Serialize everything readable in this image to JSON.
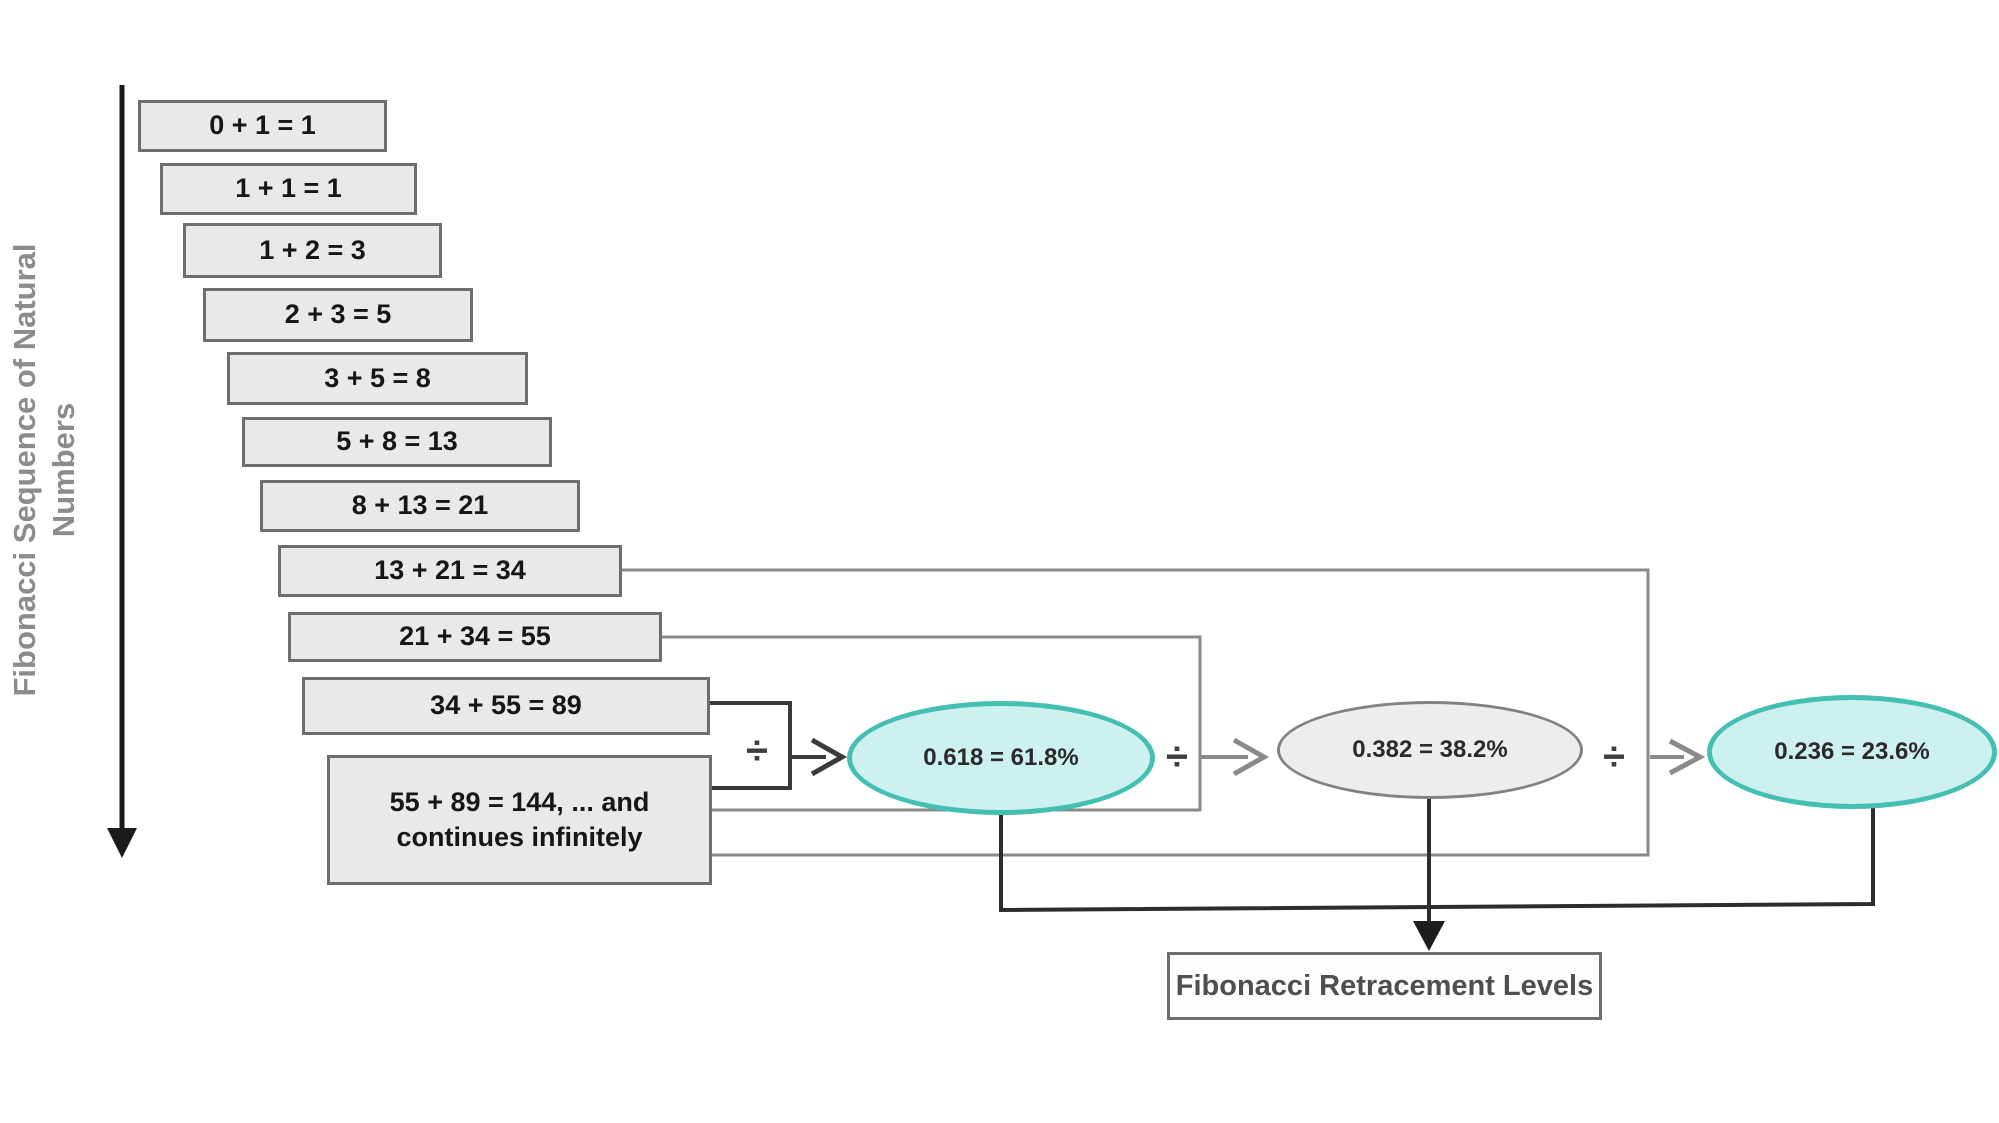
{
  "axis": {
    "label": "Fibonacci Sequence of Natural Numbers"
  },
  "sequence": {
    "boxes": [
      {
        "label": "0 + 1 = 1"
      },
      {
        "label": "1 + 1 = 1"
      },
      {
        "label": "1 + 2 = 3"
      },
      {
        "label": "2 + 3 = 5"
      },
      {
        "label": "3 + 5 = 8"
      },
      {
        "label": "5 + 8 = 13"
      },
      {
        "label": "8 + 13 = 21"
      },
      {
        "label": "13 + 21 = 34"
      },
      {
        "label": "21 + 34 = 55"
      },
      {
        "label": "34 + 55 = 89"
      },
      {
        "label": "55 + 89 = 144, ... and continues infinitely"
      }
    ]
  },
  "operators": {
    "divide": "÷"
  },
  "ratios": [
    {
      "label": "0.618 = 61.8%",
      "variant": "teal"
    },
    {
      "label": "0.382 = 38.2%",
      "variant": "gray"
    },
    {
      "label": "0.236 = 23.6%",
      "variant": "teal"
    }
  ],
  "result": {
    "label": "Fibonacci Retracement Levels"
  },
  "colors": {
    "teal_border": "#46bfb3",
    "teal_fill": "#cdf1ee",
    "gray_ellipse_fill": "#ededed",
    "gray_ellipse_border": "#828282",
    "box_fill": "#e9e9e9",
    "box_border": "#6e6e6e",
    "connector_gray": "#8a8a8a",
    "connector_dark": "#2d2d2d",
    "axis_text": "#8c8c8c",
    "result_text": "#4f4f4f"
  }
}
